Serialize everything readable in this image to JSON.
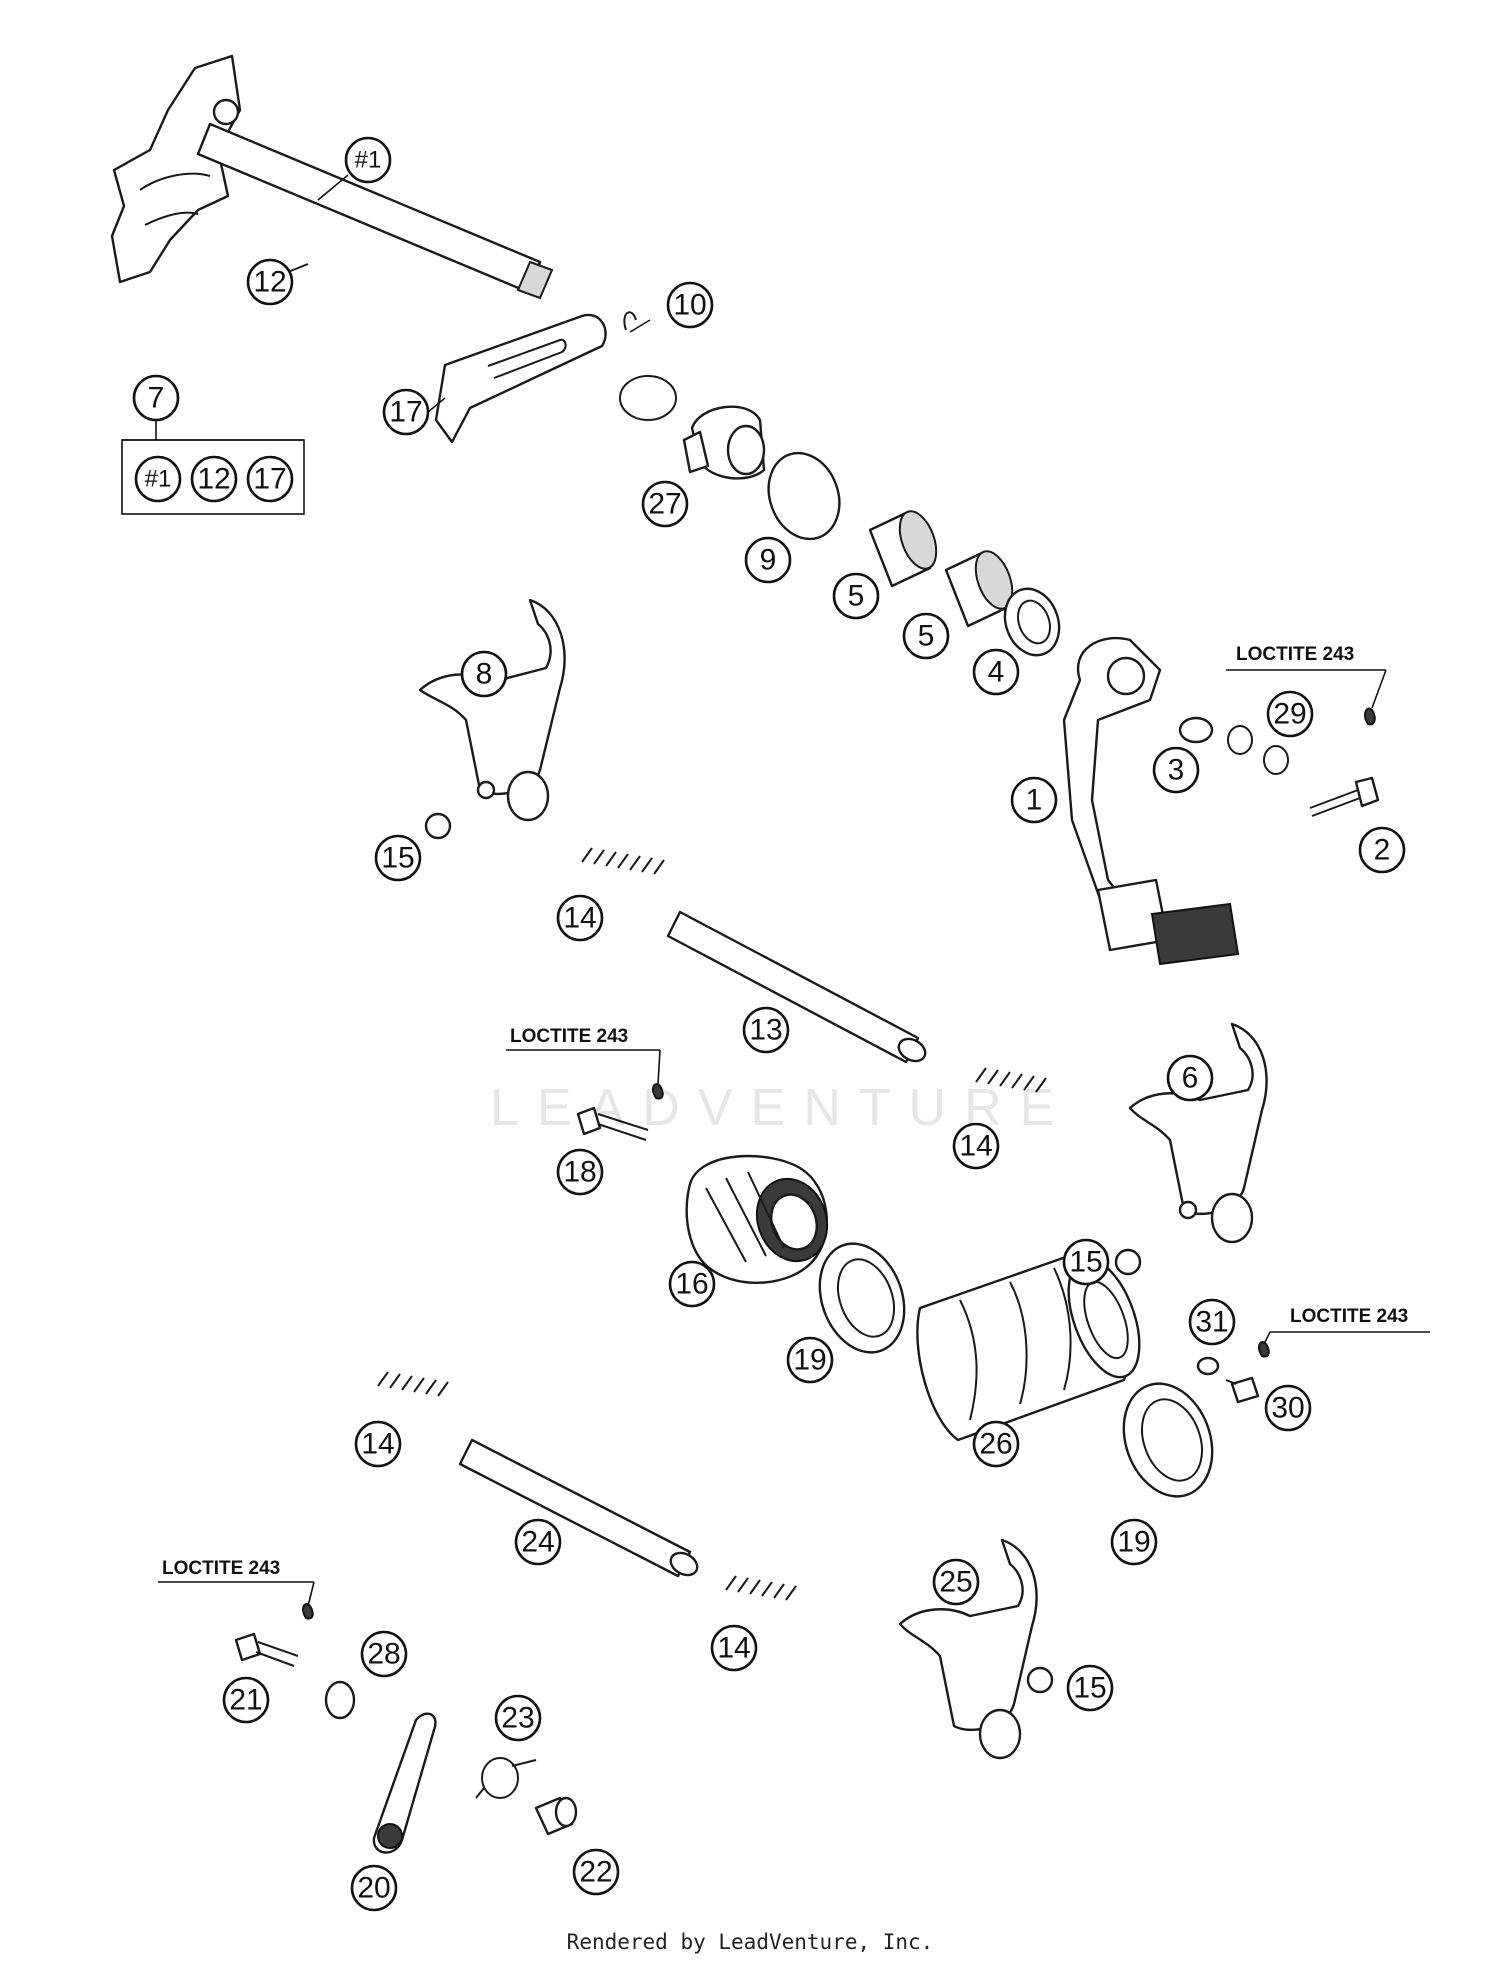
{
  "watermark": "LEADVENTURE",
  "footer": "Rendered by LeadVenture, Inc.",
  "notes": [
    "LOCTITE 243",
    "LOCTITE 243",
    "LOCTITE 243",
    "LOCTITE 243"
  ],
  "kit_group": {
    "label": "7",
    "members": [
      "#1",
      "12",
      "17"
    ]
  },
  "callouts": [
    {
      "id": "c-1a",
      "label": "#1"
    },
    {
      "id": "c-12a",
      "label": "12"
    },
    {
      "id": "c-10",
      "label": "10"
    },
    {
      "id": "c-17",
      "label": "17"
    },
    {
      "id": "c-27",
      "label": "27"
    },
    {
      "id": "c-9",
      "label": "9"
    },
    {
      "id": "c-5a",
      "label": "5"
    },
    {
      "id": "c-5b",
      "label": "5"
    },
    {
      "id": "c-4",
      "label": "4"
    },
    {
      "id": "c-8",
      "label": "8"
    },
    {
      "id": "c-29",
      "label": "29"
    },
    {
      "id": "c-3",
      "label": "3"
    },
    {
      "id": "c-1",
      "label": "1"
    },
    {
      "id": "c-2",
      "label": "2"
    },
    {
      "id": "c-15a",
      "label": "15"
    },
    {
      "id": "c-14a",
      "label": "14"
    },
    {
      "id": "c-13",
      "label": "13"
    },
    {
      "id": "c-18",
      "label": "18"
    },
    {
      "id": "c-14b",
      "label": "14"
    },
    {
      "id": "c-6",
      "label": "6"
    },
    {
      "id": "c-16",
      "label": "16"
    },
    {
      "id": "c-15b",
      "label": "15"
    },
    {
      "id": "c-19a",
      "label": "19"
    },
    {
      "id": "c-31",
      "label": "31"
    },
    {
      "id": "c-30",
      "label": "30"
    },
    {
      "id": "c-26",
      "label": "26"
    },
    {
      "id": "c-14c",
      "label": "14"
    },
    {
      "id": "c-24",
      "label": "24"
    },
    {
      "id": "c-19b",
      "label": "19"
    },
    {
      "id": "c-25",
      "label": "25"
    },
    {
      "id": "c-14d",
      "label": "14"
    },
    {
      "id": "c-15c",
      "label": "15"
    },
    {
      "id": "c-21",
      "label": "21"
    },
    {
      "id": "c-28",
      "label": "28"
    },
    {
      "id": "c-23",
      "label": "23"
    },
    {
      "id": "c-20",
      "label": "20"
    },
    {
      "id": "c-22",
      "label": "22"
    }
  ]
}
